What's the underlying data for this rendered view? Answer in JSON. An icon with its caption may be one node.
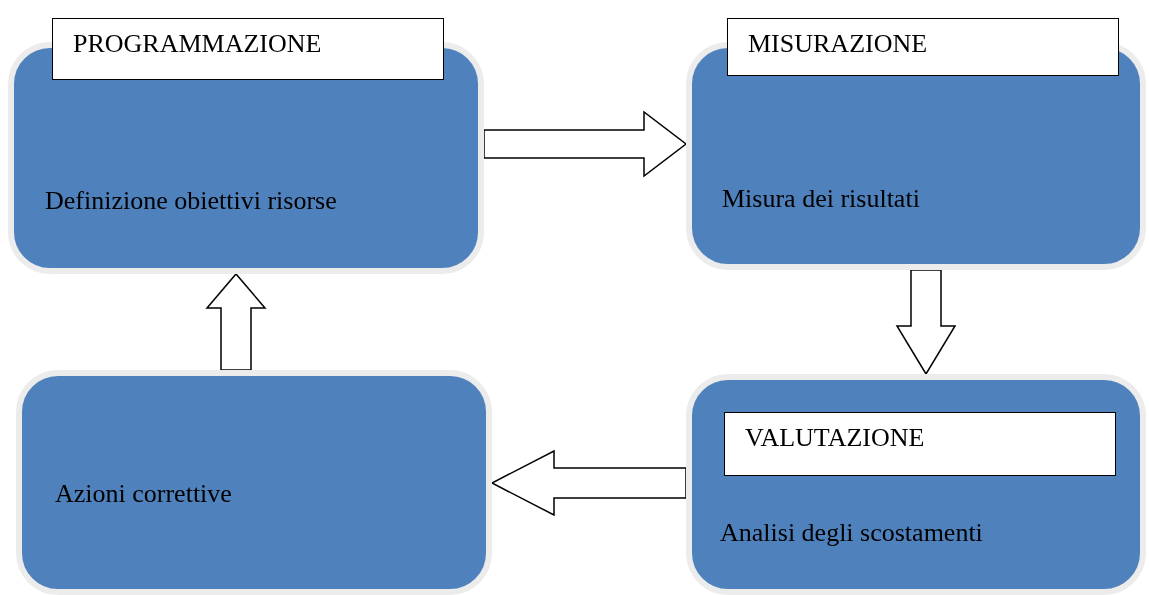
{
  "diagram": {
    "nodes": [
      {
        "text": [
          "PROGRAMMAZIONE",
          "Definizione obiettivi risorse"
        ]
      },
      {
        "text": [
          "MISURAZIONE",
          "Misura dei risultati"
        ]
      },
      {
        "text": [
          "VALUTAZIONE",
          "Analisi degli scostamenti"
        ]
      },
      {
        "text": [
          "Azioni correttive"
        ]
      }
    ],
    "edges": [
      {
        "from": 0,
        "to": 1,
        "arrow": "to"
      },
      {
        "from": 1,
        "to": 2,
        "arrow": "to"
      },
      {
        "from": 2,
        "to": 3,
        "arrow": "to"
      },
      {
        "from": 3,
        "to": 0,
        "arrow": "to"
      }
    ]
  }
}
